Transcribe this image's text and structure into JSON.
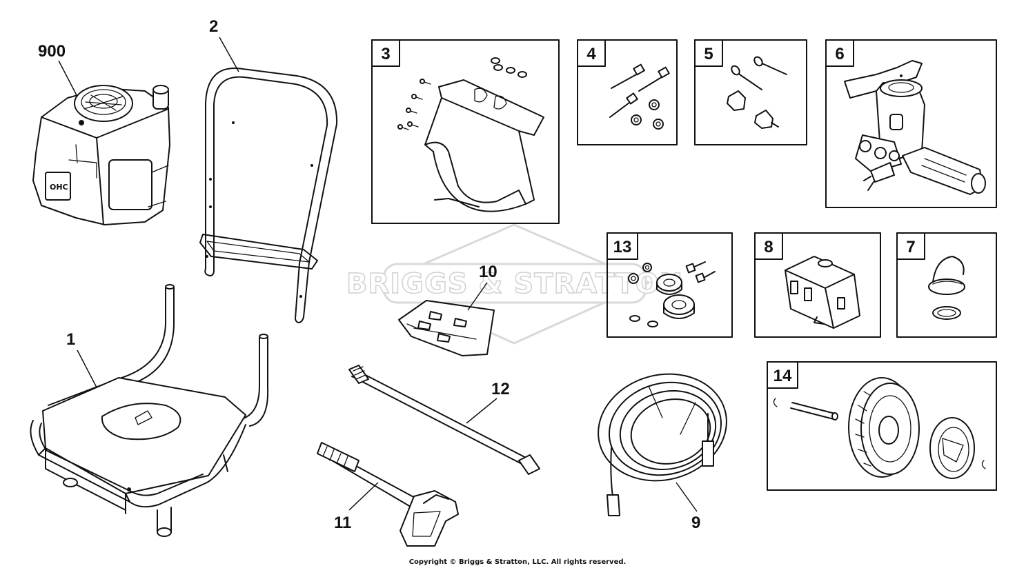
{
  "watermark": "BRIGGS & STRATTON",
  "copyright": "Copyright © Briggs & Stratton, LLC. All rights reserved.",
  "callouts": {
    "engine": "900",
    "frame": "2",
    "base": "1",
    "nozzles": "10",
    "wand": "12",
    "gun": "11",
    "hose": "9"
  },
  "boxes": {
    "bracket": "3",
    "bolts_a": "4",
    "bolts_b": "5",
    "pump": "6",
    "feet": "13",
    "tank": "8",
    "cap": "7",
    "wheel": "14"
  }
}
